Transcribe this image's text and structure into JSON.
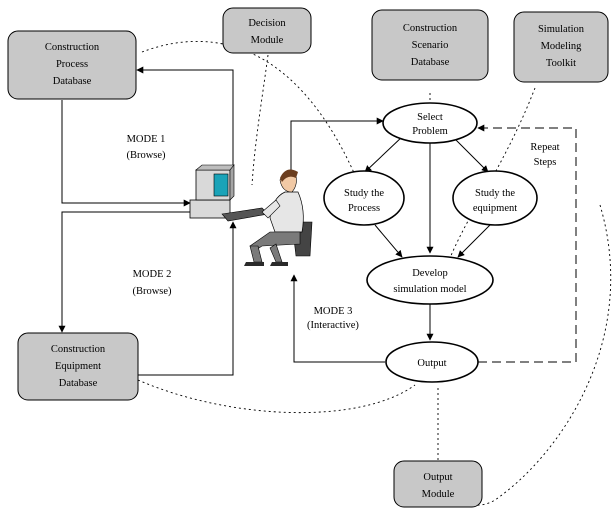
{
  "boxes": {
    "process_db": [
      "Construction",
      "Process",
      "Database"
    ],
    "decision_module": [
      "Decision",
      "Module"
    ],
    "scenario_db": [
      "Construction",
      "Scenario",
      "Database"
    ],
    "simulation_toolkit": [
      "Simulation",
      "Modeling",
      "Toolkit"
    ],
    "equipment_db": [
      "Construction",
      "Equipment",
      "Database"
    ],
    "output_module": [
      "Output",
      "Module"
    ]
  },
  "nodes": {
    "select_problem": [
      "Select",
      "Problem"
    ],
    "study_process": [
      "Study the",
      "Process"
    ],
    "study_equipment": [
      "Study the",
      "equipment"
    ],
    "develop_model": [
      "Develop",
      "simulation model"
    ],
    "output": [
      "Output"
    ]
  },
  "modes": {
    "mode1": [
      "MODE 1",
      "(Browse)"
    ],
    "mode2": [
      "MODE 2",
      "(Browse)"
    ],
    "mode3": [
      "MODE 3",
      "(Interactive)"
    ]
  },
  "repeat_steps": [
    "Repeat",
    "Steps"
  ],
  "colors": {
    "box_fill": "#c8c8c8",
    "oval_fill": "#ffffff",
    "line": "#000000",
    "monitor_screen": "#1aa3b8",
    "computer_body": "#d9d9d9",
    "person_shirt": "#e6e6e6",
    "person_pants": "#7a7a7a"
  },
  "icons": [
    "computer-workstation-icon",
    "person-at-computer-icon"
  ]
}
